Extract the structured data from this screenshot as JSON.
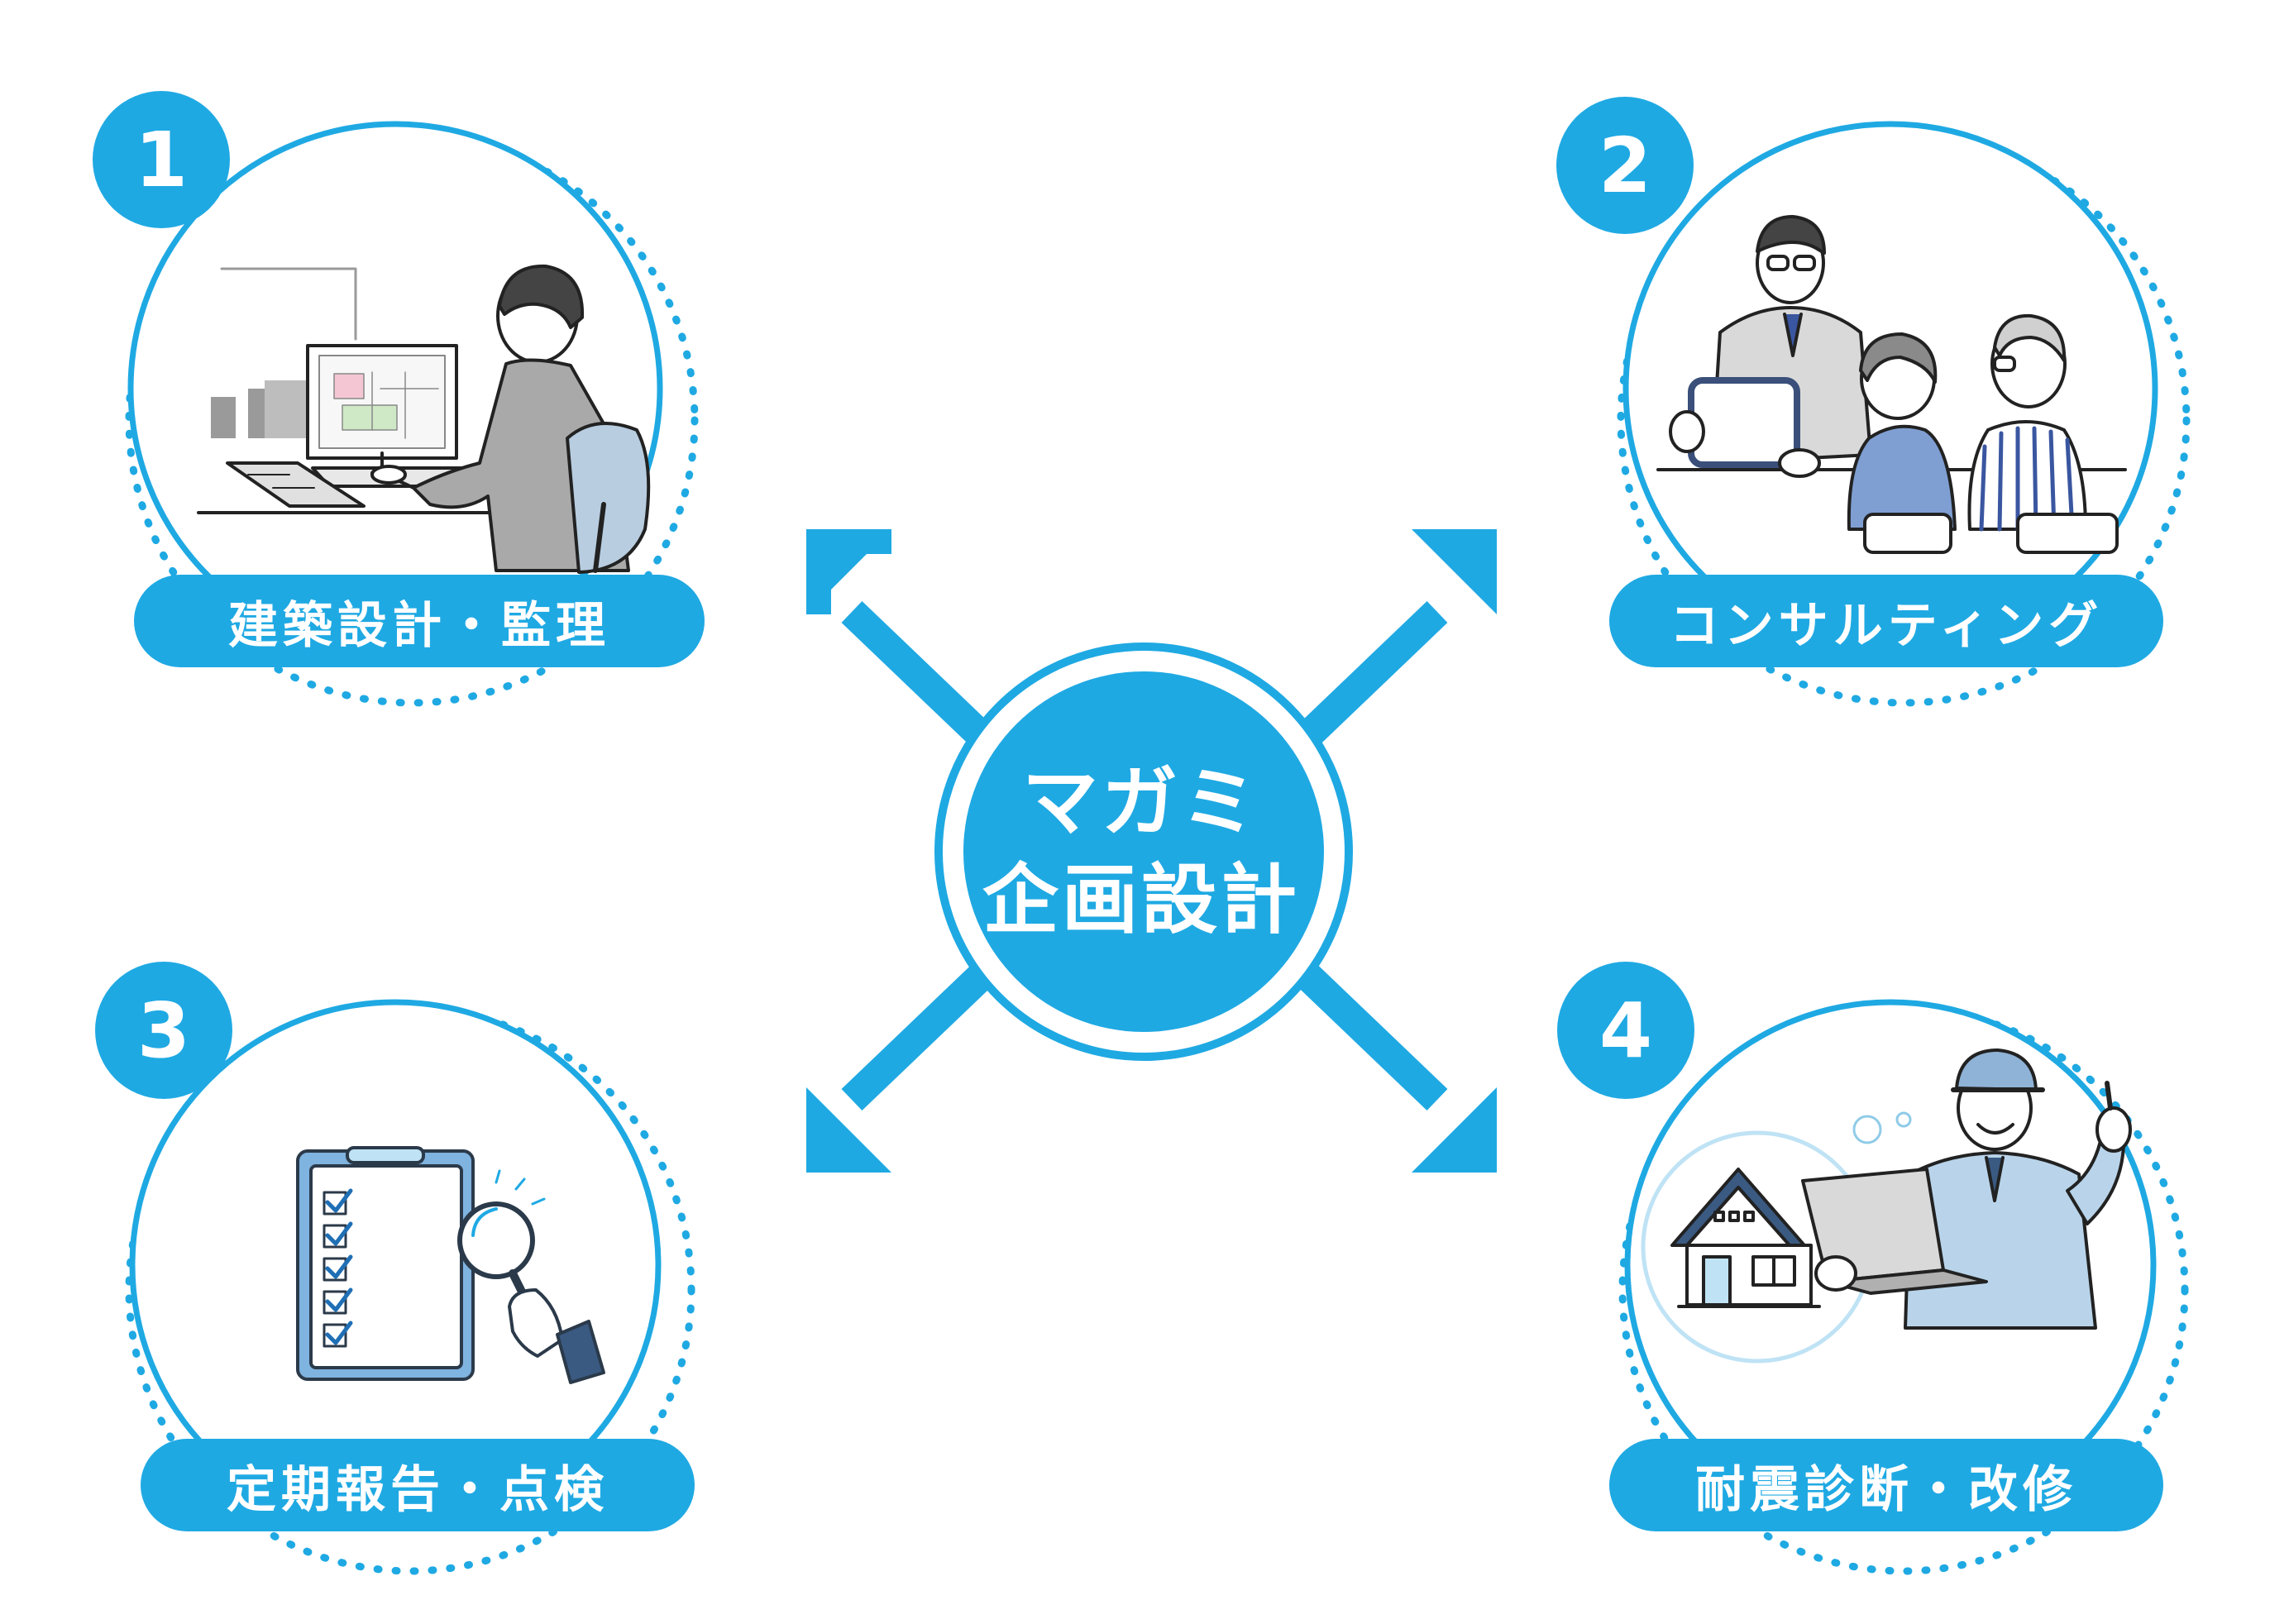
{
  "colors": {
    "accent": "#1fa9e3",
    "white": "#ffffff",
    "ink": "#222222",
    "gray": "#9a9a9a",
    "light_gray": "#d9d9d9",
    "pale_blue": "#bfe3f5",
    "chair_blue": "#b8cde0",
    "suit_gray": "#a9a9a9",
    "cardigan_blue": "#7f9fd3",
    "uniform_blue": "#b9d4ea"
  },
  "center": {
    "line1": "マガミ",
    "line2": "企画設計"
  },
  "services": [
    {
      "number": "1",
      "label": "建築設計・監理",
      "icon": "architect-at-desk-illustration"
    },
    {
      "number": "2",
      "label": "コンサルティング",
      "icon": "consultation-meeting-illustration"
    },
    {
      "number": "3",
      "label": "定期報告・点検",
      "icon": "checklist-magnifier-illustration"
    },
    {
      "number": "4",
      "label": "耐震診断・改修",
      "icon": "inspector-with-house-illustration"
    }
  ]
}
